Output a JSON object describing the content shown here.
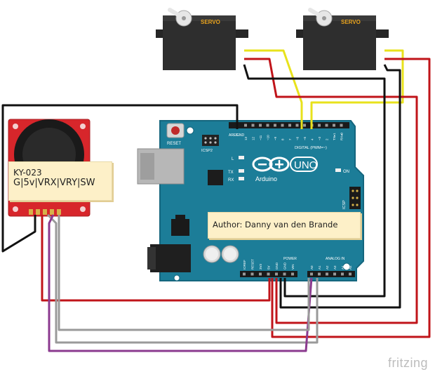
{
  "diagram": {
    "servo_left": {
      "label": "SERVO"
    },
    "servo_right": {
      "label": "SERVO"
    },
    "board": {
      "reset_label": "RESET",
      "aref_label": "AREF",
      "gnd_label": "GND",
      "icsp2_label": "ICSP2",
      "icsp_label": "ICSP",
      "digital_label": "DIGITAL (PWM=~)",
      "l_label": "L",
      "tx_label": "TX",
      "rx_label": "RX",
      "on_label": "ON",
      "uno_label": "UNO",
      "arduino_label": "Arduino",
      "power_label": "POWER",
      "analog_label": "ANALOG IN",
      "digital_pins": [
        "13",
        "12",
        "~11",
        "~10",
        "~9",
        "8",
        "7",
        "~6",
        "~5",
        "4",
        "~3",
        "2",
        "TX▸1",
        "RX◂0"
      ],
      "power_pins": [
        "IOREF",
        "RESET",
        "3V3",
        "5V",
        "GND",
        "GND",
        "VIN"
      ],
      "analog_pins": [
        "A0",
        "A1",
        "A2",
        "A3",
        "A4",
        "A5"
      ]
    },
    "joystick_note": {
      "line1": "KY-023",
      "line2": "G|5v|VRX|VRY|SW"
    },
    "author_note": {
      "text": "Author: Danny van den Brande"
    },
    "brand": "fritzing"
  },
  "colors": {
    "board": "#1c7d98",
    "board_edge": "#15667e",
    "header": "#2a2a2a",
    "servo_body": "#2e2e2e",
    "servo_label": "#e7a21d",
    "joystick_pcb": "#d7262b",
    "joystick_knob": "#1a1a1a",
    "wire_red": "#c0141a",
    "wire_black": "#111111",
    "wire_yellow": "#e8e21c",
    "wire_grey": "#9a9a9a",
    "wire_purple": "#8b3a8f",
    "note_bg": "#fdf0c8"
  }
}
